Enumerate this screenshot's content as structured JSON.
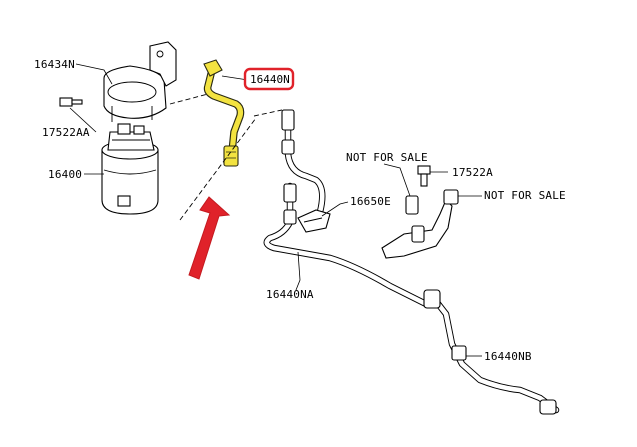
{
  "labels": {
    "bracket": "16434N",
    "bolt_left": "17522AA",
    "filter": "16400",
    "hose_highlight": "16440N",
    "not_for_sale_1": "NOT FOR SALE",
    "bolt_right": "17522A",
    "not_for_sale_2": "NOT FOR SALE",
    "clip": "16650E",
    "hose_a": "16440NA",
    "hose_b": "16440NB"
  },
  "colors": {
    "highlight_box": "#e0222a",
    "highlight_hose": "#f3e340",
    "arrow": "#e0222a"
  },
  "icons": {
    "pointer": "red-arrow-icon"
  }
}
